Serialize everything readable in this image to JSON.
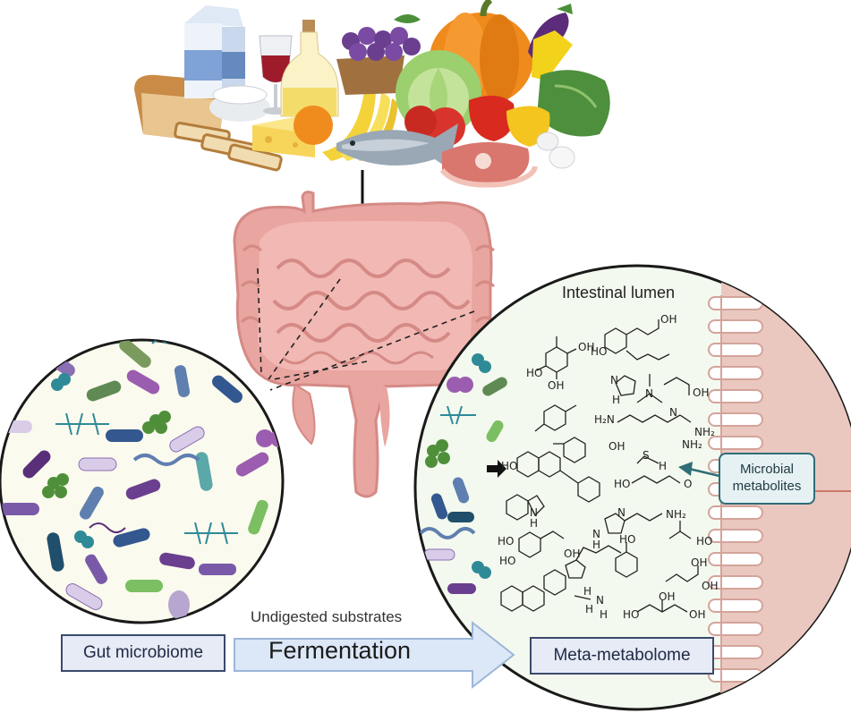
{
  "labels": {
    "intestinal_lumen": "Intestinal lumen",
    "microbial_metabolites_line1": "Microbial",
    "microbial_metabolites_line2": "metabolites",
    "undigested_substrates": "Undigested substrates",
    "fermentation": "Fermentation",
    "gut_microbiome": "Gut microbiome",
    "meta_metabolome": "Meta-metabolome"
  },
  "chemical_labels": [
    "OH",
    "HO",
    "OH",
    "OH",
    "HO",
    "N",
    "H",
    "N",
    "OH",
    "H₂N",
    "N",
    "NH₂",
    "NH₂",
    "HO",
    "OH",
    "S",
    "H",
    "HO",
    "O",
    "N",
    "H",
    "N",
    "N",
    "H",
    "NH₂",
    "HO",
    "HO",
    "OH",
    "HO",
    "HO",
    "OH",
    "OH",
    "OH",
    "H",
    "N",
    "H",
    "H",
    "HO",
    "OH"
  ],
  "colors": {
    "box_fill": "#e6ebf6",
    "box_border": "#3b4a6b",
    "arrow_fill": "#dce8f7",
    "arrow_stroke": "#9db6d8",
    "intestine": "#e9a5a0",
    "circle_left_bg": "#fbfaee",
    "circle_right_bg": "#f3f9ee",
    "villi": "#eac8c0"
  },
  "icons": [
    "food-icon",
    "bread-icon",
    "milk-carton-icon",
    "wine-glass-icon",
    "oil-bottle-icon",
    "grapes-icon",
    "pumpkin-icon",
    "eggplant-icon",
    "cabbage-icon",
    "tomato-icon",
    "pepper-icon",
    "fish-icon",
    "meat-icon",
    "egg-icon",
    "banana-icon",
    "cheese-icon",
    "orange-icon",
    "intestine-icon",
    "bacteria-icon",
    "villi-icon"
  ]
}
